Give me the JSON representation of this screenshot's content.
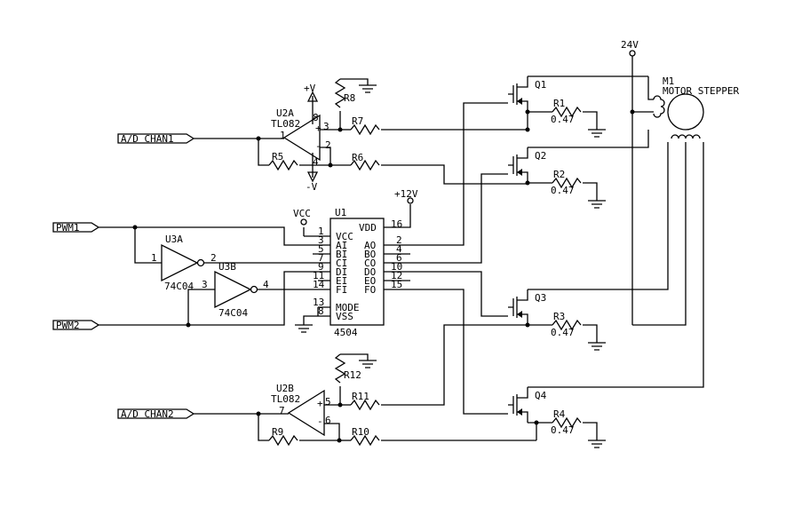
{
  "inputs": {
    "ad_chan1": "A/D CHAN1",
    "ad_chan2": "A/D CHAN2",
    "pwm1": "PWM1",
    "pwm2": "PWM2"
  },
  "supplies": {
    "v24": "24V",
    "v12": "+12V",
    "vcc": "VCC",
    "plus_v": "+V",
    "minus_v": "-V"
  },
  "motor": {
    "ref": "M1",
    "name": "MOTOR STEPPER"
  },
  "opamps": {
    "u2a": {
      "ref": "U2A",
      "part": "TL082",
      "pins": [
        "8",
        "3",
        "1",
        "2",
        "4"
      ]
    },
    "u2b": {
      "ref": "U2B",
      "part": "TL082",
      "pins": [
        "5",
        "7",
        "6"
      ]
    }
  },
  "inverters": {
    "u3a": {
      "ref": "U3A",
      "part": "74C04",
      "pins": [
        "1",
        "2"
      ]
    },
    "u3b": {
      "ref": "U3B",
      "part": "74C04",
      "pins": [
        "3",
        "4"
      ]
    }
  },
  "driver": {
    "ref": "U1",
    "part": "4504",
    "left_pins": [
      {
        "num": "1",
        "name": "VCC"
      },
      {
        "num": "3",
        "name": "AI"
      },
      {
        "num": "5",
        "name": "BI"
      },
      {
        "num": "7",
        "name": "CI"
      },
      {
        "num": "9",
        "name": "DI"
      },
      {
        "num": "11",
        "name": "EI"
      },
      {
        "num": "14",
        "name": "FI"
      },
      {
        "num": "13",
        "name": "MODE"
      },
      {
        "num": "8",
        "name": "VSS"
      }
    ],
    "right_pins": [
      {
        "num": "16",
        "name": "VDD"
      },
      {
        "num": "2",
        "name": "AO"
      },
      {
        "num": "4",
        "name": "BO"
      },
      {
        "num": "6",
        "name": "CO"
      },
      {
        "num": "10",
        "name": "DO"
      },
      {
        "num": "12",
        "name": "EO"
      },
      {
        "num": "15",
        "name": "FO"
      }
    ]
  },
  "transistors": [
    "Q1",
    "Q2",
    "Q3",
    "Q4"
  ],
  "sense_resistors": [
    {
      "ref": "R1",
      "value": "0.47"
    },
    {
      "ref": "R2",
      "value": "0.47"
    },
    {
      "ref": "R3",
      "value": "0.47"
    },
    {
      "ref": "R4",
      "value": "0.47"
    }
  ],
  "resistors": [
    "R5",
    "R6",
    "R7",
    "R8",
    "R9",
    "R10",
    "R11",
    "R12"
  ]
}
